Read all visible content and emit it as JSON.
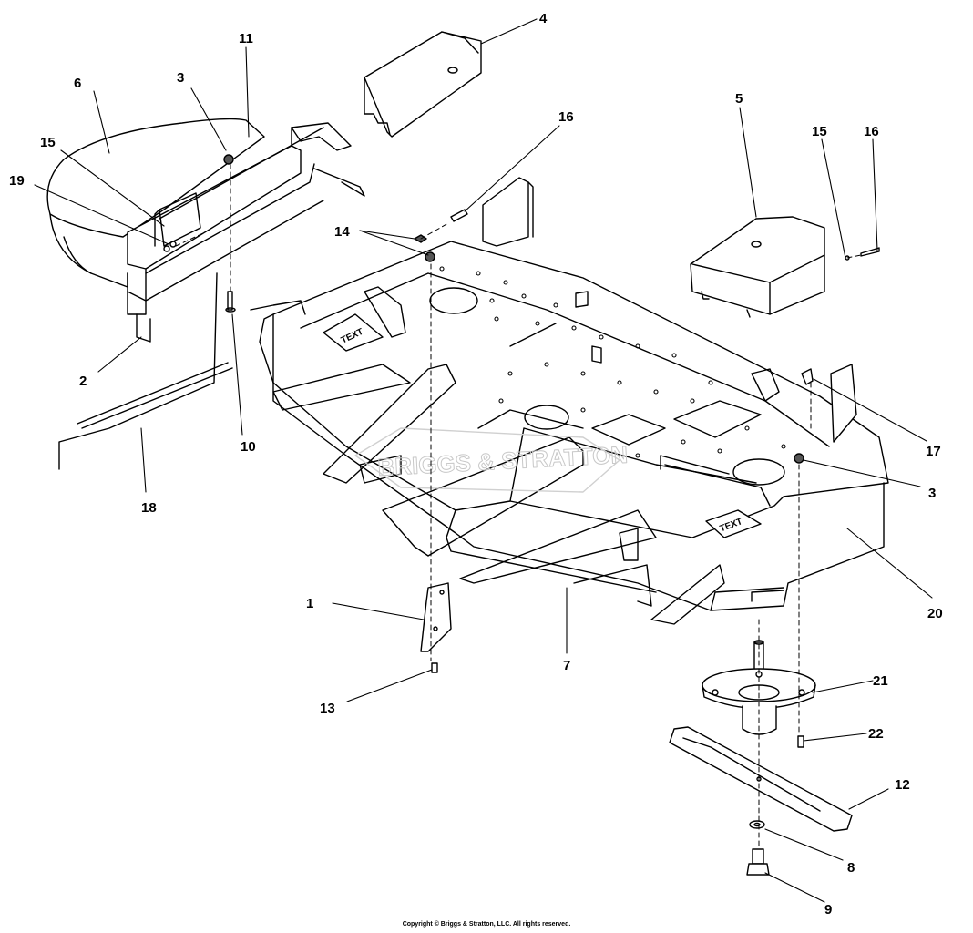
{
  "callouts": {
    "c1": "1",
    "c2": "2",
    "c3a": "3",
    "c3b": "3",
    "c4": "4",
    "c5": "5",
    "c6": "6",
    "c7": "7",
    "c8": "8",
    "c9": "9",
    "c10": "10",
    "c11": "11",
    "c12": "12",
    "c13": "13",
    "c14": "14",
    "c15a": "15",
    "c15b": "15",
    "c16a": "16",
    "c16b": "16",
    "c17": "17",
    "c18": "18",
    "c19": "19",
    "c20": "20",
    "c21": "21",
    "c22": "22"
  },
  "stamps": {
    "text1": "TEXT",
    "text2": "TEXT"
  },
  "watermark": "BRIGGS & STRATTON",
  "copyright": "Copyright © Briggs & Stratton, LLC. All rights reserved."
}
